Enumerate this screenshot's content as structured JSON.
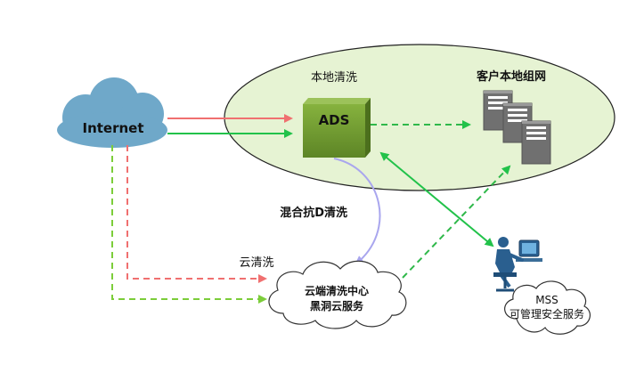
{
  "nodes": {
    "internet": "Internet",
    "local_scrub": "本地清洗",
    "ads": "ADS",
    "customer_net": "客户本地组网",
    "hybrid": "混合抗D清洗",
    "cloud_scrub": "云清洗",
    "cloud_center_line1": "云端清洗中心",
    "cloud_center_line2": "黑洞云服务",
    "mss_line1": "MSS",
    "mss_line2": "可管理安全服务"
  },
  "colors": {
    "ellipse_fill": "#e6f3d3",
    "ads_fill": "#6f9a2f",
    "internet_cloud": "#6fa8c9",
    "red_arrow": "#f07070",
    "green_arrow": "#22c24a",
    "dashed_green": "#2fb84a",
    "lime_dashed": "#7ccd3a",
    "purple_arrow": "#a9a6ee",
    "server_gray": "#707070"
  },
  "icons": [
    "cloud-icon",
    "server-icon",
    "operator-workstation-icon"
  ]
}
